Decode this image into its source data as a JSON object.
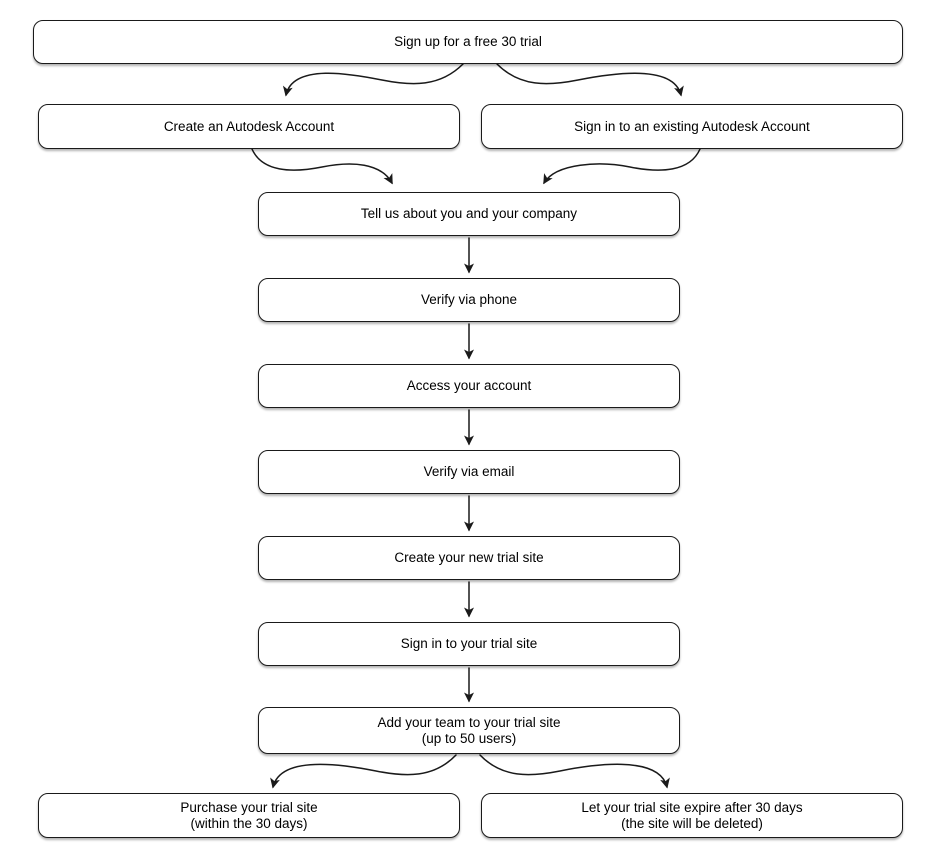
{
  "diagram": {
    "type": "flowchart",
    "background_color": "#ffffff",
    "node_fill_color": "#ffffff",
    "stroke_color": "#1a1a1a",
    "text_color": "#000000",
    "nodes": [
      {
        "id": "sign-up",
        "label": "Sign up for a free 30 trial"
      },
      {
        "id": "create-account",
        "label": "Create an Autodesk Account"
      },
      {
        "id": "sign-in-existing",
        "label": "Sign in to an existing Autodesk Account"
      },
      {
        "id": "tell-us",
        "label": "Tell us about you and your company"
      },
      {
        "id": "verify-phone",
        "label": "Verify via phone"
      },
      {
        "id": "access-account",
        "label": "Access your account"
      },
      {
        "id": "verify-email",
        "label": "Verify via email"
      },
      {
        "id": "create-trial-site",
        "label": "Create your new trial site"
      },
      {
        "id": "sign-in-trial-site",
        "label": "Sign in to your trial site"
      },
      {
        "id": "add-team",
        "label": "Add your team to your trial site",
        "label2": "(up to 50 users)"
      },
      {
        "id": "purchase",
        "label": "Purchase your trial site",
        "label2": "(within the 30 days)"
      },
      {
        "id": "let-expire",
        "label": "Let your trial site expire after 30 days",
        "label2": "(the site will be deleted)"
      }
    ],
    "edges": [
      {
        "from": "sign-up",
        "to": "create-account"
      },
      {
        "from": "sign-up",
        "to": "sign-in-existing"
      },
      {
        "from": "create-account",
        "to": "tell-us"
      },
      {
        "from": "sign-in-existing",
        "to": "tell-us"
      },
      {
        "from": "tell-us",
        "to": "verify-phone"
      },
      {
        "from": "verify-phone",
        "to": "access-account"
      },
      {
        "from": "access-account",
        "to": "verify-email"
      },
      {
        "from": "verify-email",
        "to": "create-trial-site"
      },
      {
        "from": "create-trial-site",
        "to": "sign-in-trial-site"
      },
      {
        "from": "sign-in-trial-site",
        "to": "add-team"
      },
      {
        "from": "add-team",
        "to": "purchase"
      },
      {
        "from": "add-team",
        "to": "let-expire"
      }
    ]
  }
}
